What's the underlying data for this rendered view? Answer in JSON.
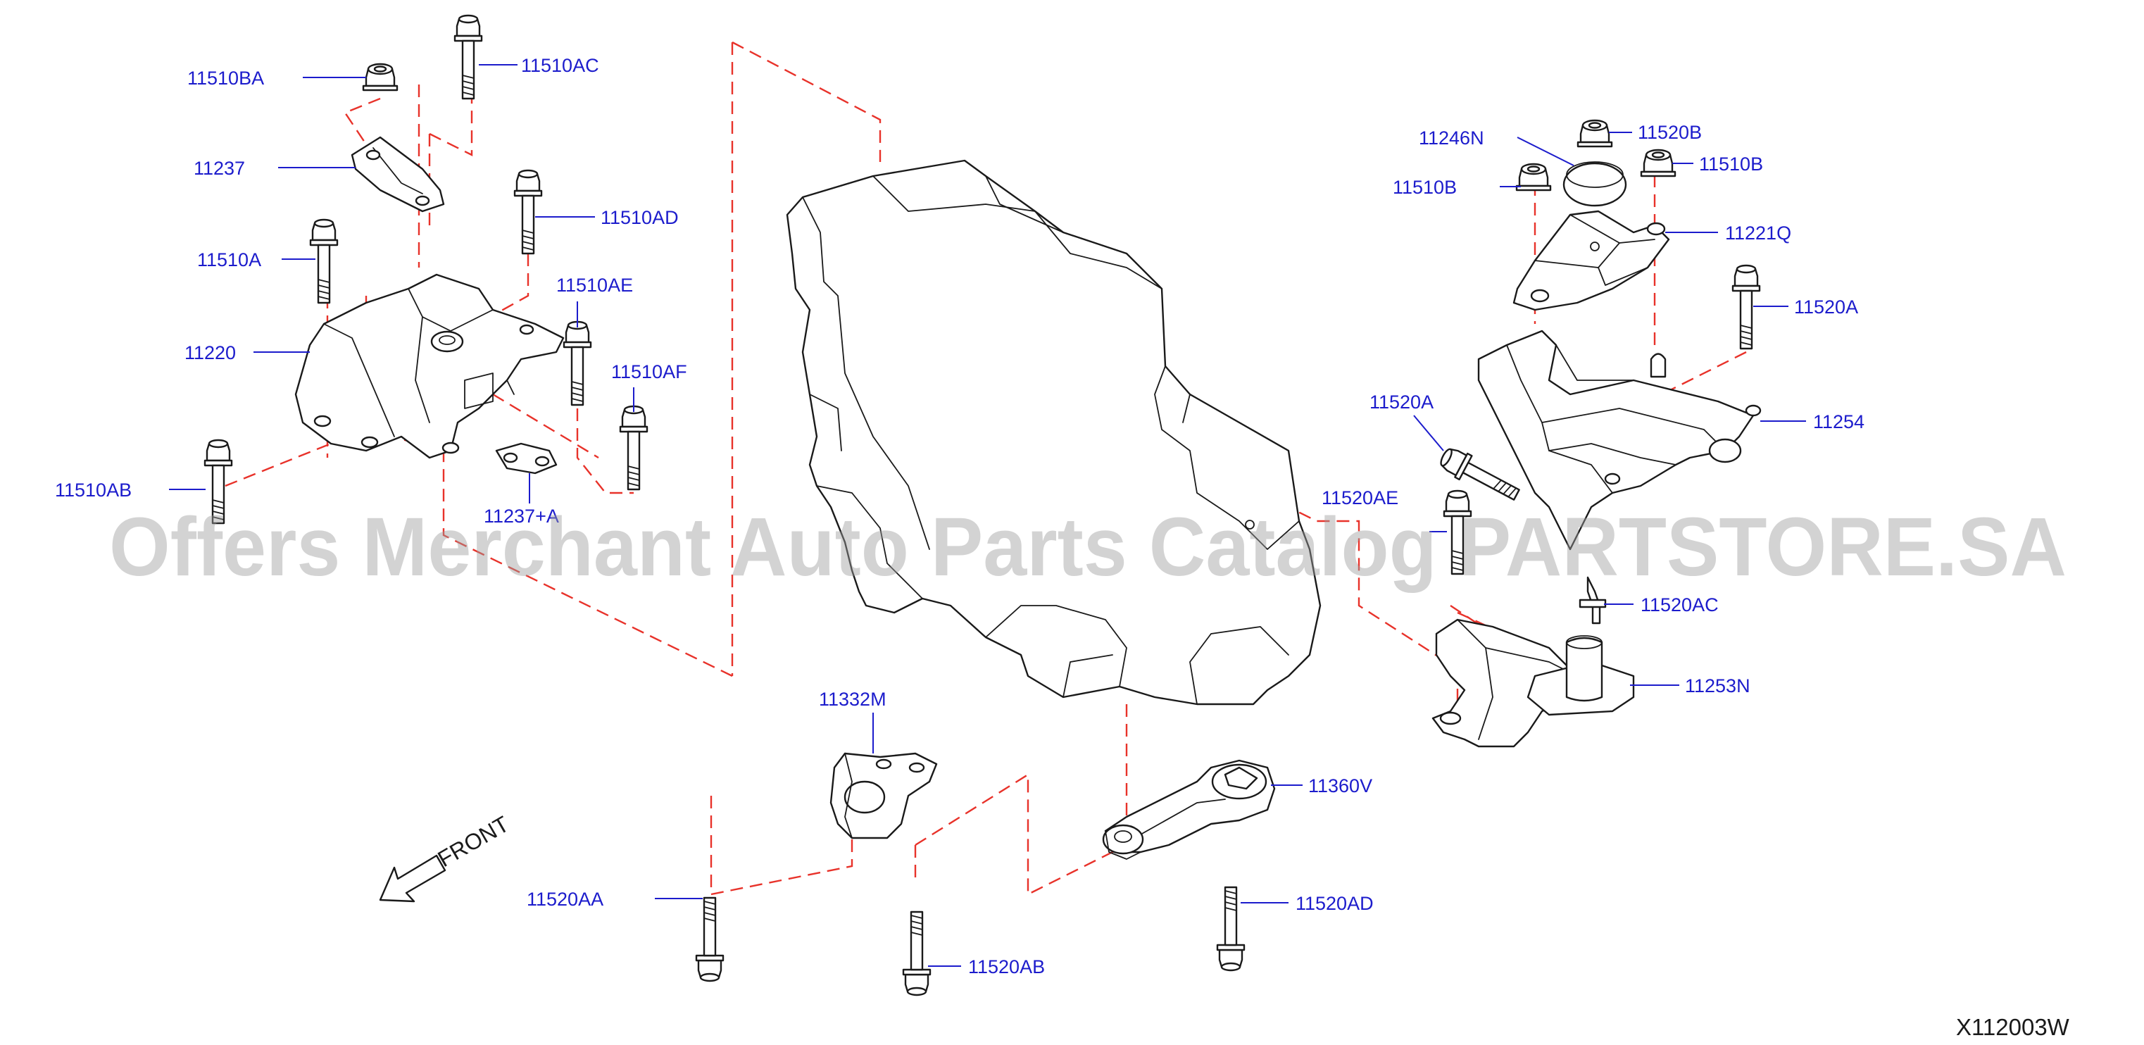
{
  "diagram": {
    "labels": {
      "p11510BA": "11510BA",
      "p11510AC": "11510AC",
      "p11237": "11237",
      "p11510AD": "11510AD",
      "p11510A": "11510A",
      "p11510AE": "11510AE",
      "p11220": "11220",
      "p11510AF": "11510AF",
      "p11510AB": "11510AB",
      "p11237A": "11237+A",
      "p11246N": "11246N",
      "p11520B": "11520B",
      "p11510B_left": "11510B",
      "p11510B_right": "11510B",
      "p11221Q": "11221Q",
      "p11520A_right": "11520A",
      "p11520A_left": "11520A",
      "p11254": "11254",
      "p11520AE": "11520AE",
      "p11520AC": "11520AC",
      "p11253N": "11253N",
      "p11332M": "11332M",
      "p11360V": "11360V",
      "p11520AA": "11520AA",
      "p11520AB": "11520AB",
      "p11520AD": "11520AD"
    },
    "front_label": "FRONT",
    "drawing_code": "X112003W",
    "watermark": "Offers Merchant Auto Parts Catalog PARTSTORE.SA"
  },
  "colors": {
    "label": "#1c1ccc",
    "outline": "#1a1a1a",
    "dashed_guide": "#e8322a",
    "watermark": "#9e9e9e",
    "background": "#ffffff"
  }
}
